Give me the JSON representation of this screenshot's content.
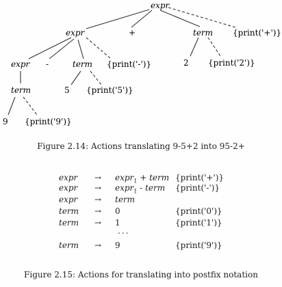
{
  "tree": {
    "nodes": {
      "root": "expr",
      "plus": "+",
      "term_r": "term",
      "act_plus": "{print('+')}",
      "expr_l": "expr",
      "minus": "-",
      "term_m": "term",
      "act_minus": "{print('-')}",
      "two": "2",
      "act_2": "{print('2')}",
      "expr_ll": "expr",
      "five": "5",
      "act_5": "{print('5')}",
      "term_ll": "term",
      "nine": "9",
      "act_9": "{print('9')}"
    }
  },
  "caption1": "Figure 2.14: Actions translating 9-5+2 into 95-2+",
  "rules": [
    {
      "lhs": "expr",
      "arrow": "→",
      "rhs_a": "expr",
      "rhs_sub": "1",
      "rhs_op": " + ",
      "rhs_b": "term",
      "action": "{print('+')}"
    },
    {
      "lhs": "expr",
      "arrow": "→",
      "rhs_a": "expr",
      "rhs_sub": "1",
      "rhs_op": " - ",
      "rhs_b": "term",
      "action": "{print('-')}"
    },
    {
      "lhs": "expr",
      "arrow": "→",
      "rhs_a": "term",
      "rhs_sub": "",
      "rhs_op": "",
      "rhs_b": "",
      "action": ""
    },
    {
      "lhs": "term",
      "arrow": "→",
      "rhs_a": "",
      "rhs_sub": "",
      "rhs_op": "0",
      "rhs_b": "",
      "action": "{print('0')}"
    },
    {
      "lhs": "term",
      "arrow": "→",
      "rhs_a": "",
      "rhs_sub": "",
      "rhs_op": "1",
      "rhs_b": "",
      "action": "{print('1')}"
    },
    {
      "lhs": "term",
      "arrow": "→",
      "rhs_a": "",
      "rhs_sub": "",
      "rhs_op": "9",
      "rhs_b": "",
      "action": "{print('9')}"
    }
  ],
  "ellipsis": "...",
  "caption2": "Figure 2.15: Actions for translating into postfix notation"
}
